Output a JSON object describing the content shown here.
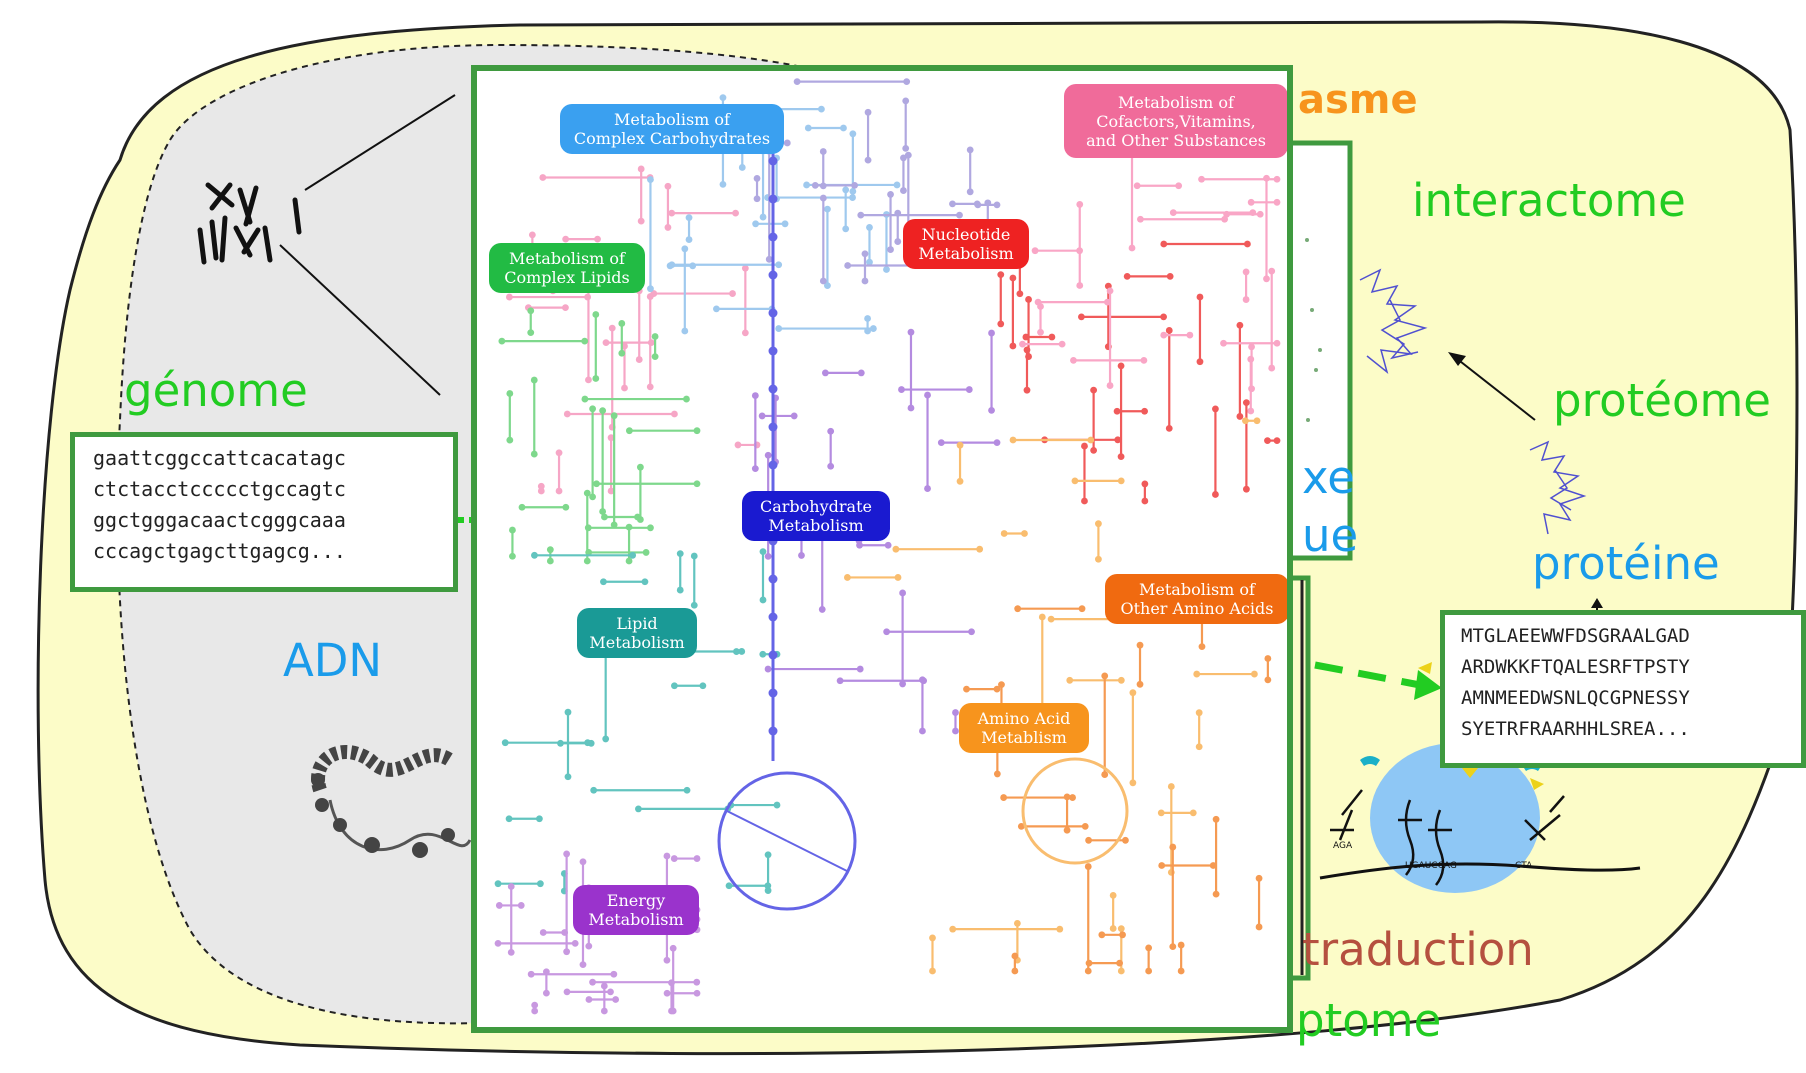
{
  "labels": {
    "cytoplasme_partial": "asme",
    "interactome": "interactome",
    "genome": "génome",
    "proteome": "protéome",
    "proteine": "protéine",
    "adn": "ADN",
    "traduction_partial": "traduction",
    "bottom_partial": "ptome",
    "blue_partial_1": "xe",
    "blue_partial_2": "ue"
  },
  "dna_sequence": [
    "gaattcggccattcacatagc",
    "ctctacctccccctgccagtc",
    "ggctgggacaactcgggcaaa",
    "cccagctgagcttgagcg..."
  ],
  "protein_sequence": [
    "MTGLAEEWWFDSGRAALGAD",
    "ARDWKKFTQALESRFTPSTY",
    "AMNMEEDWSNLQCGPNESSY",
    "SYETRFRAARHHLSREA..."
  ],
  "codon_labels": [
    "AGA",
    "CTA",
    "UGAUCCAG"
  ],
  "kegg_pathways": [
    {
      "line1": "Metabolism of",
      "line2": "Complex Carbohydrates",
      "color": "#3aa0f0"
    },
    {
      "line1": "Metabolism of",
      "line2": "Cofactors,Vitamins,",
      "line3": "and Other Substances",
      "color": "#f06b9a"
    },
    {
      "line1": "Nucleotide",
      "line2": "Metabolism",
      "color": "#ee2222"
    },
    {
      "line1": "Metabolism of",
      "line2": "Complex Lipids",
      "color": "#22bb44"
    },
    {
      "line1": "Carbohydrate",
      "line2": "Metabolism",
      "color": "#1a1ad0"
    },
    {
      "line1": "Metabolism of",
      "line2": "Other Amino Acids",
      "color": "#f06a10"
    },
    {
      "line1": "Lipid",
      "line2": "Metabolism",
      "color": "#1a9a96"
    },
    {
      "line1": "Amino Acid",
      "line2": "Metablism",
      "color": "#f7941d"
    },
    {
      "line1": "Energy",
      "line2": "Metabolism",
      "color": "#9a33cc"
    }
  ],
  "colors": {
    "cell_fill": "#fcfcc8",
    "nucleus_fill": "#e8e8e8",
    "frame_green": "#3f9a3f",
    "label_green": "#22cc22",
    "label_blue": "#1a9bea",
    "ribosome": "#8ec7f5"
  }
}
